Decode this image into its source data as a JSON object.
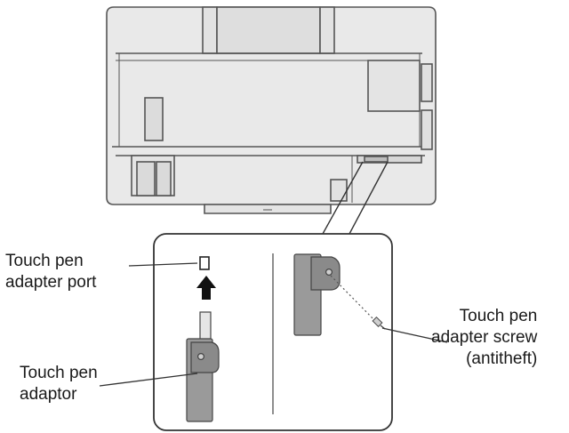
{
  "labels": {
    "port": {
      "line1": "Touch pen",
      "line2": "adapter port"
    },
    "adaptor": {
      "line1": "Touch pen",
      "line2": "adaptor"
    },
    "screw": {
      "line1": "Touch pen",
      "line2": "adapter screw",
      "line3": "(antitheft)"
    }
  },
  "colors": {
    "panel_fill": "#e9e9e9",
    "panel_stroke": "#555555",
    "adaptor_fill": "#9a9a9a",
    "adaptor_dark": "#6f6f6f",
    "line": "#333333",
    "arrow": "#111111"
  },
  "icons": {
    "insert_arrow": "up-arrow-icon"
  }
}
